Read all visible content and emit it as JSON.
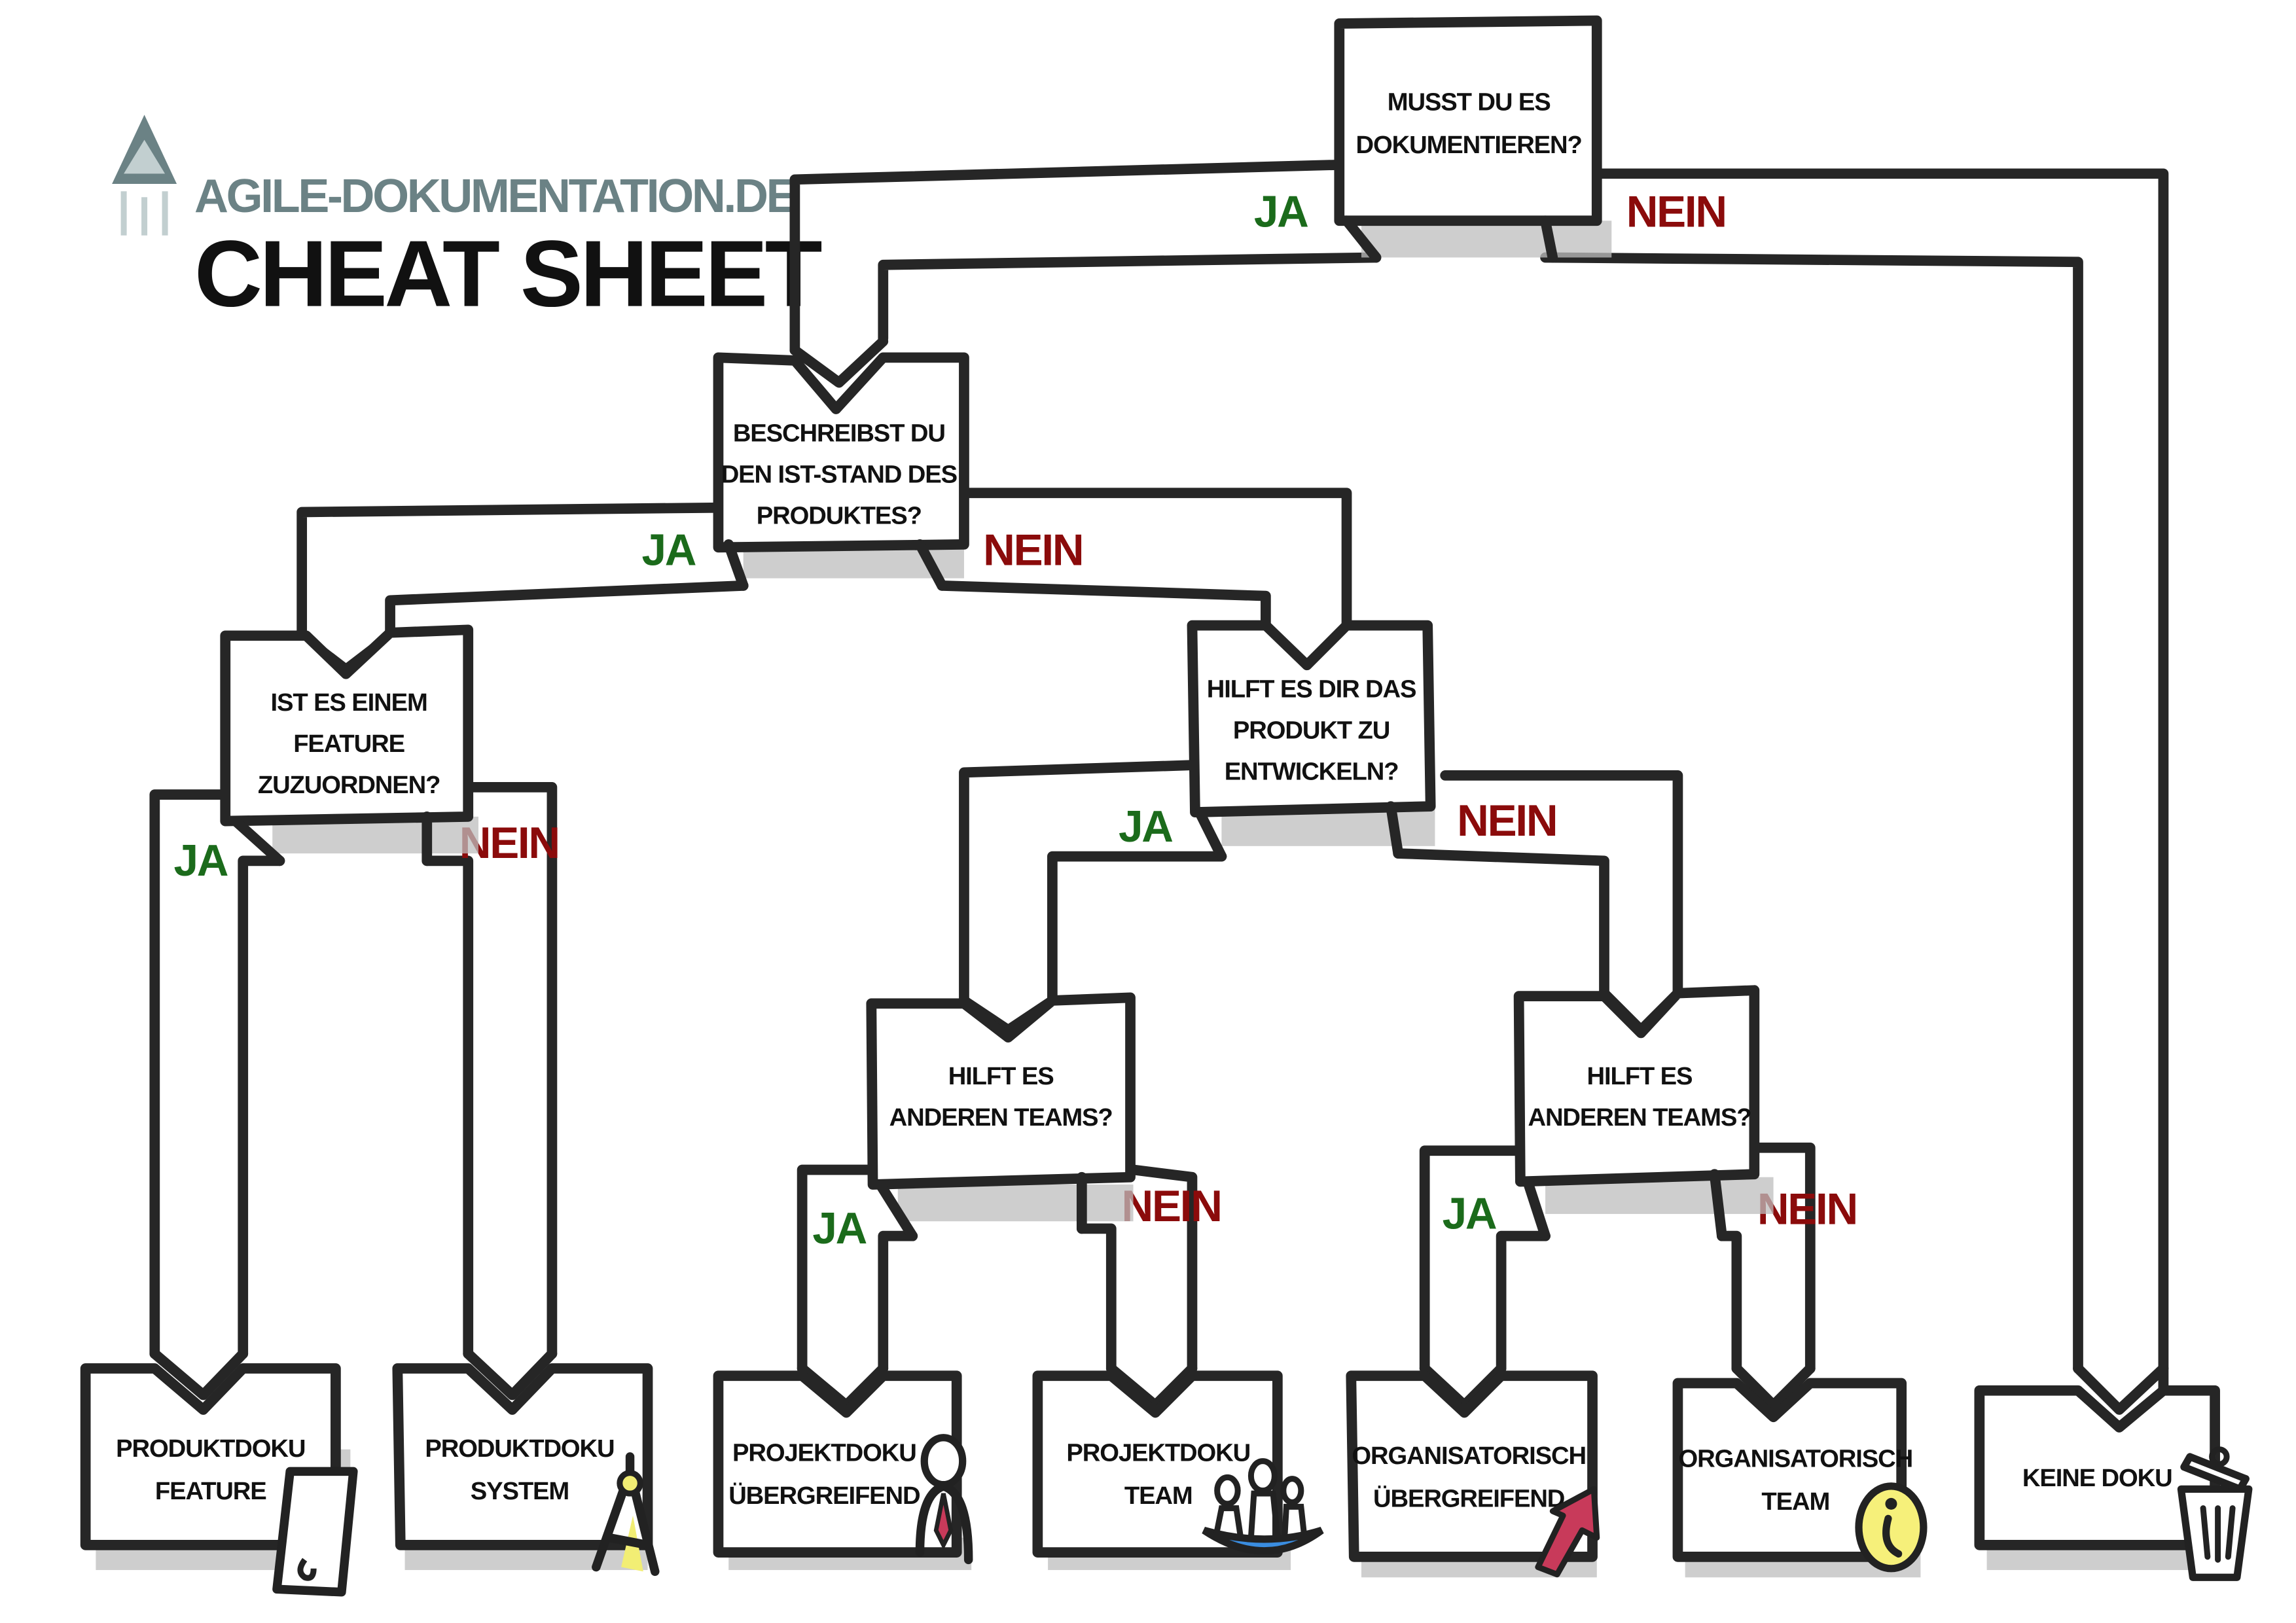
{
  "header": {
    "site": "AGILE-DOKUMENTATION.DE",
    "title": "CHEAT SHEET"
  },
  "colors": {
    "yes": "#1b6b1b",
    "no": "#8b0b0b",
    "logo": "#6b8285",
    "line": "#262626"
  },
  "labels": {
    "yes": "JA",
    "no": "NEIN"
  },
  "questions": {
    "q1": [
      "MUSST DU ES",
      "DOKUMENTIEREN?"
    ],
    "q2": [
      "BESCHREIBST DU",
      "DEN IST-STAND DES",
      "PRODUKTES?"
    ],
    "q3": [
      "IST ES EINEM",
      "FEATURE",
      "ZUZUORDNEN?"
    ],
    "q4": [
      "HILFT ES DIR DAS",
      "PRODUKT ZU",
      "ENTWICKELN?"
    ],
    "q5": [
      "HILFT ES",
      "ANDEREN TEAMS?"
    ],
    "q6": [
      "HILFT ES",
      "ANDEREN TEAMS?"
    ]
  },
  "outcomes": [
    {
      "lines": [
        "PRODUKTDOKU",
        "FEATURE"
      ],
      "icon": "smartphone-icon"
    },
    {
      "lines": [
        "PRODUKTDOKU",
        "SYSTEM"
      ],
      "icon": "compass-icon"
    },
    {
      "lines": [
        "PROJEKTDOKU",
        "ÜBERGREIFEND"
      ],
      "icon": "businessman-icon"
    },
    {
      "lines": [
        "PROJEKTDOKU",
        "TEAM"
      ],
      "icon": "team-boat-icon"
    },
    {
      "lines": [
        "ORGANISATORISCH",
        "ÜBERGREIFEND"
      ],
      "icon": "arrow-up-right-icon"
    },
    {
      "lines": [
        "ORGANISATORISCH",
        "TEAM"
      ],
      "icon": "info-icon"
    },
    {
      "lines": [
        "KEINE DOKU"
      ],
      "icon": "trash-can-icon"
    }
  ]
}
